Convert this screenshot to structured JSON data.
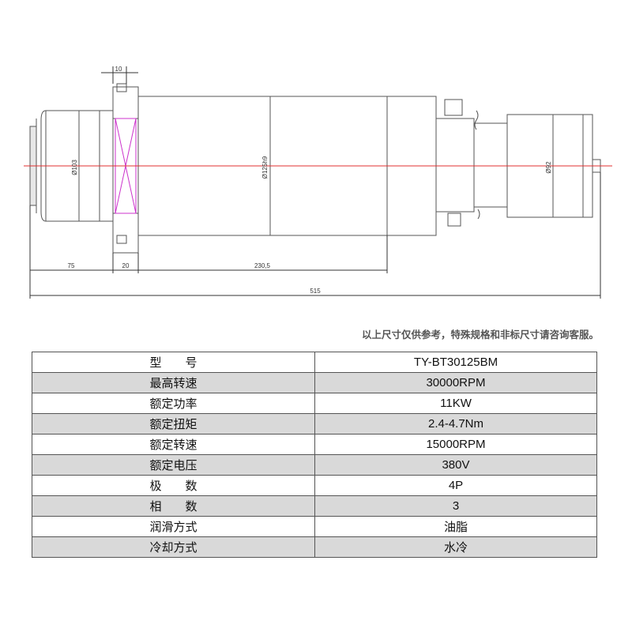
{
  "drawing": {
    "dims": {
      "flange_thickness": "10",
      "diameter_front": "Ø103",
      "diameter_body": "Ø125h9",
      "diameter_rear": "Ø92",
      "len_front": "75",
      "len_flange": "20",
      "len_body": "230,5",
      "len_total": "515"
    },
    "colors": {
      "outline": "#555555",
      "centerline": "#e03030",
      "flange_marker": "#cc33cc",
      "dimension": "#333333"
    }
  },
  "note": "以上尺寸仅供参考，特殊规格和非标尺寸请咨询客服。",
  "spec_table": {
    "rows": [
      {
        "label": "型　　号",
        "value": "TY-BT30125BM"
      },
      {
        "label": "最高转速",
        "value": "30000RPM"
      },
      {
        "label": "额定功率",
        "value": "11KW"
      },
      {
        "label": "额定扭矩",
        "value": "2.4-4.7Nm"
      },
      {
        "label": "额定转速",
        "value": "15000RPM"
      },
      {
        "label": "额定电压",
        "value": "380V"
      },
      {
        "label": "极　　数",
        "value": "4P"
      },
      {
        "label": "相　　数",
        "value": "3"
      },
      {
        "label": "润滑方式",
        "value": "油脂"
      },
      {
        "label": "冷却方式",
        "value": "水冷"
      }
    ]
  }
}
